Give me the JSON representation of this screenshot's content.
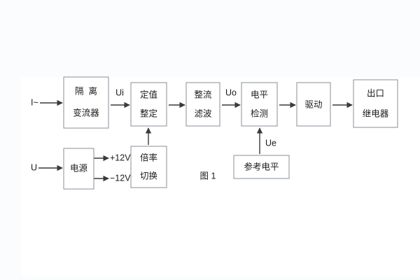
{
  "figure": {
    "caption": "图 1",
    "background_color": "#fbfcfd",
    "panel_color": "#ffffff",
    "box_stroke_color": "#8a8f96",
    "connector_color": "#3a3a3a",
    "text_color": "#1b1b1b"
  },
  "blocks": {
    "isolation_ct": {
      "line1": "隔  离",
      "line2": "变流器"
    },
    "setting": {
      "line1": "定值",
      "line2": "整定"
    },
    "rectify_filter": {
      "line1": "整流",
      "line2": "滤波"
    },
    "level_detect": {
      "line1": "电平",
      "line2": "检测"
    },
    "drive": {
      "line1": "驱动",
      "line2": ""
    },
    "output_relay": {
      "line1": "出口",
      "line2": "继电器"
    },
    "power_supply": {
      "line1": "电源",
      "line2": ""
    },
    "ratio_switch": {
      "line1": "倍率",
      "line2": "切换"
    },
    "reference_level": {
      "line1": "参考电平",
      "line2": ""
    }
  },
  "signals": {
    "current_input": "I~",
    "voltage_input": "U",
    "ui": "Ui",
    "uo": "Uo",
    "ue": "Ue",
    "supply_positive": "+12V",
    "supply_negative": "−12V"
  }
}
